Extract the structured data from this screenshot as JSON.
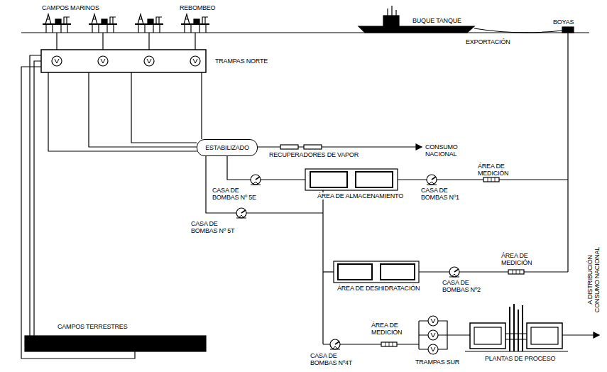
{
  "diagram": {
    "nodes": [
      {
        "text": [
          "ESTABILIZADO"
        ]
      }
    ],
    "labels": [
      "CAMPOS MARINOS",
      "REBOMBEO",
      "BUQUE TANQUE",
      "BOYAS",
      "EXPORTACIÓN",
      "TRAMPAS NORTE",
      "RECUPERADORES DE VAPOR",
      "CONSUMO NACIONAL",
      "CASA DE BOMBAS Nº 5E",
      "ÁREA DE ALMACENAMIENTO",
      "CASA DE BOMBAS Nº1",
      "ÁREA DE MEDICIÓN",
      "CASA DE BOMBAS Nº 5T",
      "ÁREA DE DESHIDRATACIÓN",
      "CASA DE BOMBAS Nº2",
      "ÁREA DE MEDICIÓN",
      "ÁREA DE MEDICIÓN",
      "CASA DE BOMBAS Nº4T",
      "TRAMPAS SUR",
      "PLANTAS DE PROCESO",
      "A DISTRIBUCIÓN CONSUMO NACIONAL",
      "CAMPOS TERRESTRES"
    ]
  }
}
